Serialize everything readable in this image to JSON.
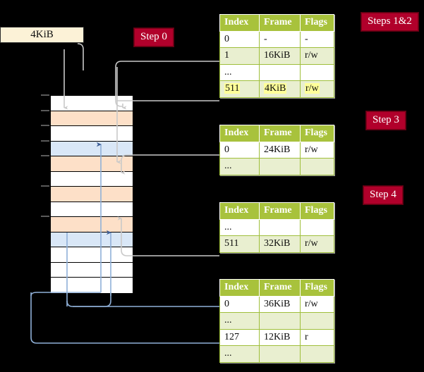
{
  "labels": {
    "step0": "Step 0",
    "steps12": "Steps 1&2",
    "step3": "Step 3",
    "step4": "Step 4"
  },
  "source_box": {
    "label": "4KiB"
  },
  "tables": [
    {
      "name": "table-steps-1-2",
      "headers": [
        "Index",
        "Frame",
        "Flags"
      ],
      "rows": [
        {
          "index": "0",
          "frame": "-",
          "flags": "-",
          "alt": false,
          "highlight": false
        },
        {
          "index": "1",
          "frame": "16KiB",
          "flags": "r/w",
          "alt": true,
          "highlight": false
        },
        {
          "index": "...",
          "frame": "",
          "flags": "",
          "alt": false,
          "highlight": false
        },
        {
          "index": "511",
          "frame": "4KiB",
          "flags": "r/w",
          "alt": true,
          "highlight": true
        }
      ]
    },
    {
      "name": "table-step-3",
      "headers": [
        "Index",
        "Frame",
        "Flags"
      ],
      "rows": [
        {
          "index": "0",
          "frame": "24KiB",
          "flags": "r/w",
          "alt": false,
          "highlight": false
        },
        {
          "index": "...",
          "frame": "",
          "flags": "",
          "alt": true,
          "highlight": false
        }
      ]
    },
    {
      "name": "table-step-4",
      "headers": [
        "Index",
        "Frame",
        "Flags"
      ],
      "rows": [
        {
          "index": "...",
          "frame": "",
          "flags": "",
          "alt": false,
          "highlight": false
        },
        {
          "index": "511",
          "frame": "32KiB",
          "flags": "r/w",
          "alt": true,
          "highlight": false
        }
      ]
    },
    {
      "name": "table-frame",
      "headers": [
        "Index",
        "Frame",
        "Flags"
      ],
      "rows": [
        {
          "index": "0",
          "frame": "36KiB",
          "flags": "r/w",
          "alt": false,
          "highlight": false
        },
        {
          "index": "...",
          "frame": "",
          "flags": "",
          "alt": true,
          "highlight": false
        },
        {
          "index": "127",
          "frame": "12KiB",
          "flags": "r",
          "alt": false,
          "highlight": false
        },
        {
          "index": "...",
          "frame": "",
          "flags": "",
          "alt": true,
          "highlight": false
        }
      ]
    }
  ],
  "memory_rows": [
    {
      "fill": "white"
    },
    {
      "fill": "peach"
    },
    {
      "fill": "white"
    },
    {
      "fill": "blue"
    },
    {
      "fill": "peach"
    },
    {
      "fill": "white"
    },
    {
      "fill": "peach"
    },
    {
      "fill": "white"
    },
    {
      "fill": "peach"
    },
    {
      "fill": "blue"
    },
    {
      "fill": "white"
    },
    {
      "fill": "white"
    },
    {
      "fill": "white"
    }
  ],
  "colors": {
    "badge": "#b1002b",
    "header": "#a8c23c",
    "row_alt": "#e9efd0",
    "highlight": "#ffff99",
    "peach": "#fde0c8",
    "blue": "#d9e7f7",
    "source": "#fcf2d7",
    "wire_gray": "#c8c8c8",
    "wire_blue": "#8fb0d8"
  }
}
